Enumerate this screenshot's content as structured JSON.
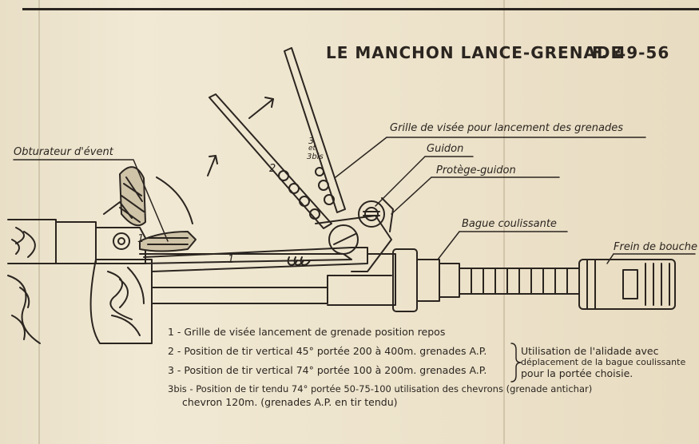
{
  "title": "LE MANCHON LANCE-GRENADE",
  "figure_number": "F. 49-56",
  "labels": {
    "obturateur": "Obturateur d'évent",
    "grille": "Grille de visée pour lancement des grenades",
    "guidon": "Guidon",
    "protege": "Protège-guidon",
    "bague": "Bague coulissante",
    "frein": "Frein de bouche"
  },
  "markers": {
    "m1_bolt": "1",
    "m1_arm": "1",
    "m2": "2",
    "m3_a": "3",
    "m3_b": "et",
    "m3_c": "3bis"
  },
  "legend": {
    "l1": "1 - Grille de visée lancement de grenade position repos",
    "l2": "2 - Position de tir vertical 45° portée 200 à 400m. grenades A.P.",
    "l3": "3 - Position de tir vertical 74° portée 100 à 200m. grenades A.P.",
    "l4a": "3bis - Position de tir tendu 74° portée 50-75-100 utilisation des chevrons (grenade antichar)",
    "l4b": "chevron 120m. (grenades A.P. en tir tendu)",
    "note1": "Utilisation de l'alidade avec",
    "note2": "déplacement de la bague coulissante",
    "note3": "pour la portée choisie."
  },
  "colors": {
    "ink": "#2b2520",
    "paper": "#efe6d0"
  }
}
